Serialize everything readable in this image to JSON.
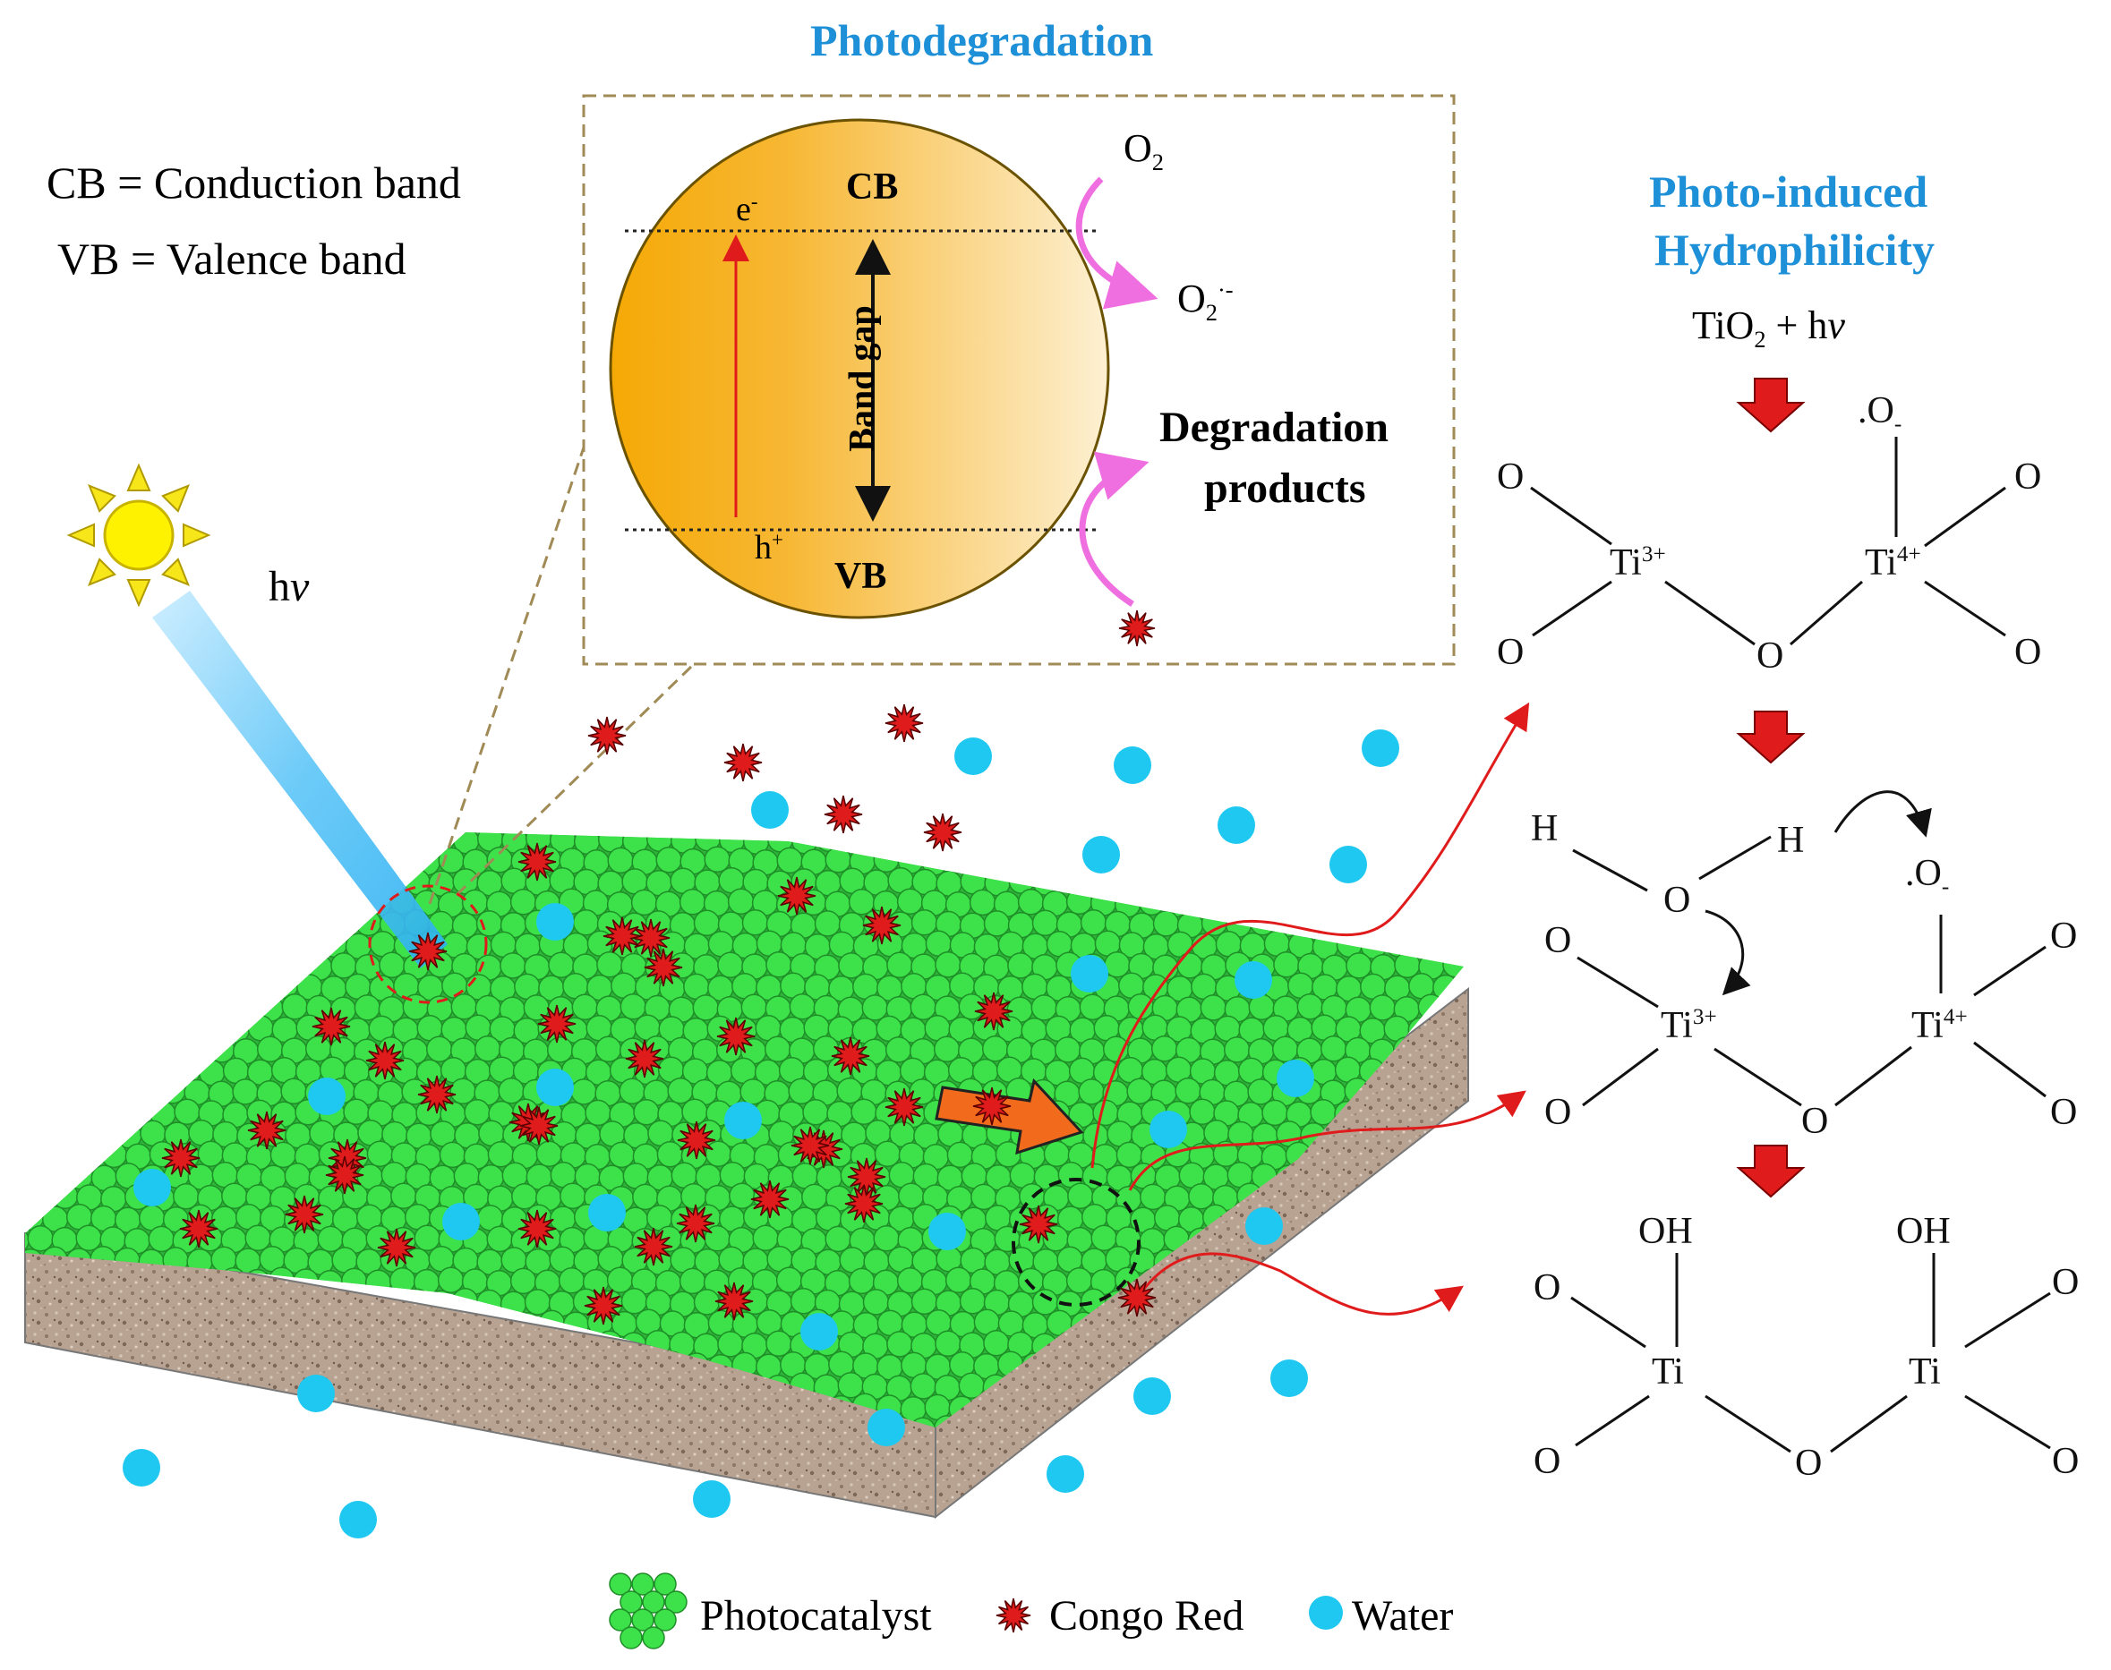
{
  "header": {
    "photodegradation": "Photodegradation",
    "hydrophilicity_line1": "Photo-induced",
    "hydrophilicity_line2": "Hydrophilicity"
  },
  "legend_defs": {
    "cb": "CB = Conduction band",
    "vb": "VB = Valence band"
  },
  "light": {
    "label_h": "h",
    "label_v": "v"
  },
  "band_diagram": {
    "cb": "CB",
    "vb": "VB",
    "electron": "e",
    "electron_charge": "-",
    "hole": "h",
    "hole_charge": "+",
    "band_gap": "Band gap",
    "o2": "O",
    "o2_sub": "2",
    "o2_radical": "O",
    "o2_radical_sub": "2",
    "o2_radical_sup": "·-",
    "degradation_line1": "Degradation",
    "degradation_line2": "products"
  },
  "reaction": {
    "tio2": "TiO",
    "tio2_sub": "2",
    "plus_hv": " + h",
    "hv_v": "v",
    "oxygen": "O",
    "ti3": "Ti",
    "ti3_sup": "3+",
    "ti4": "Ti",
    "ti4_sup": "4+",
    "ti": "Ti",
    "radical_o": ".O",
    "radical_sub": "-",
    "hydrogen": "H",
    "hydroxyl": "OH"
  },
  "legend": {
    "photocatalyst": "Photocatalyst",
    "congo_red": "Congo Red",
    "water": "Water"
  },
  "colors": {
    "catalyst_green": "#3de24a",
    "congo_red": "#e01b1b",
    "water_blue": "#1ec8f0",
    "heading_blue": "#1e90d8",
    "orange_arrow": "#f26b1d",
    "pink_arrow": "#ef6fe0"
  }
}
